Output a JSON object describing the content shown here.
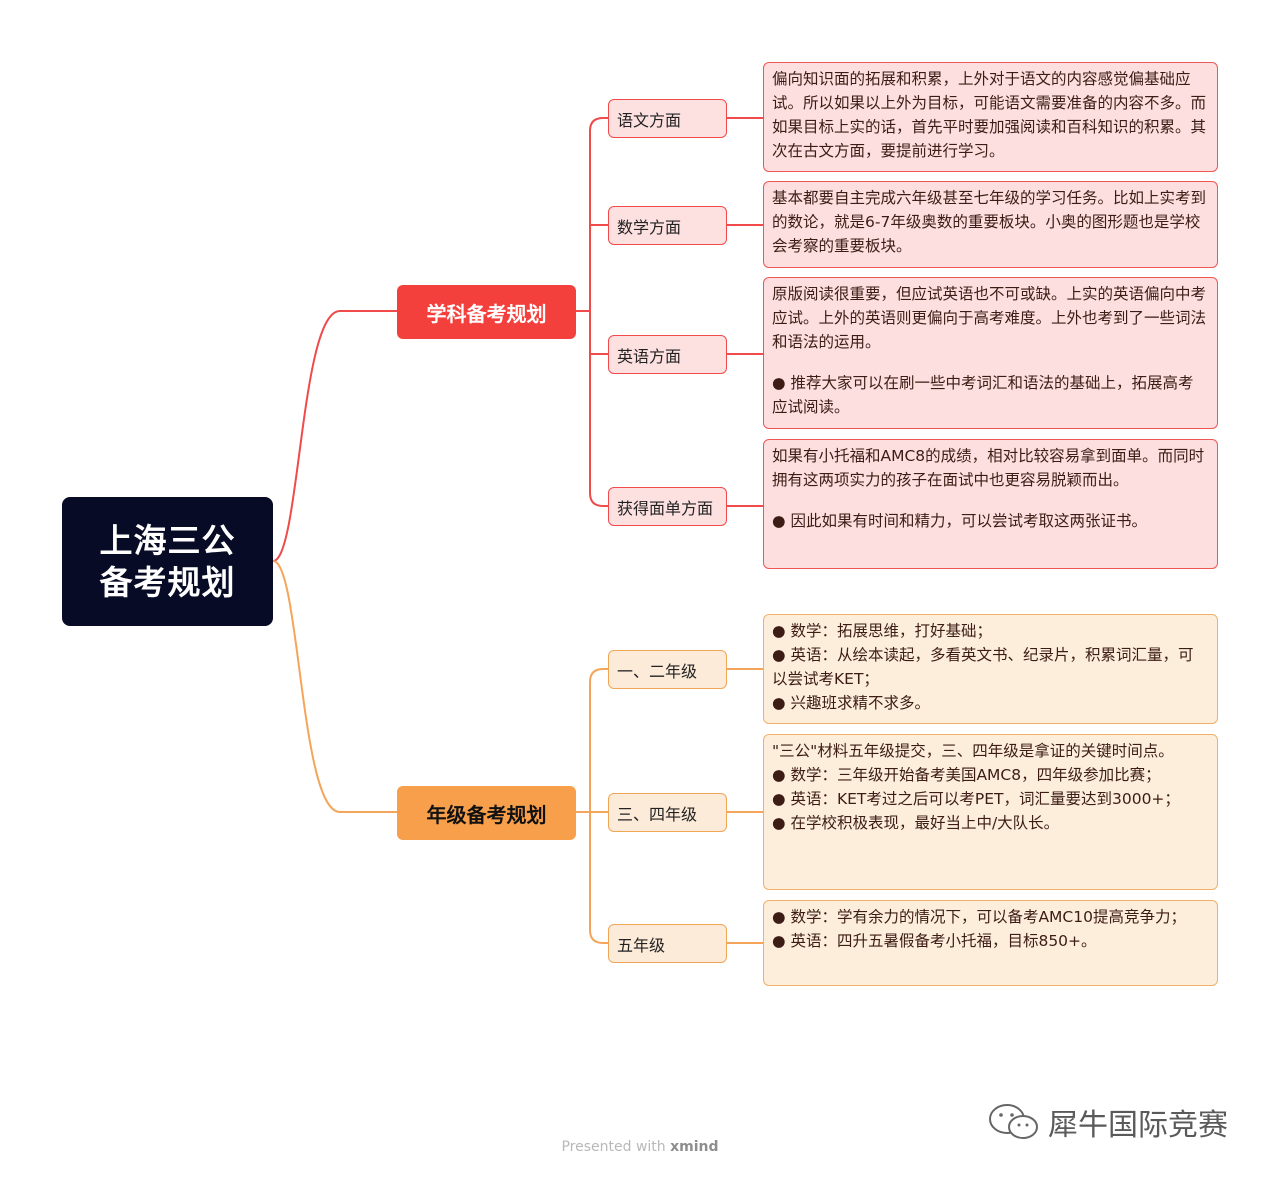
{
  "root": {
    "line1": "上海三公",
    "line2": "备考规划"
  },
  "branches": [
    {
      "label": "学科备考规划",
      "topics": [
        {
          "label": "语文方面",
          "note": [
            "偏向知识面的拓展和积累，上外对于语文的内容感觉偏基础应试。所以如果以上外为目标，可能语文需要准备的内容不多。而如果目标上实的话，首先平时要加强阅读和百科知识的积累。其次在古文方面，要提前进行学习。"
          ]
        },
        {
          "label": "数学方面",
          "note": [
            "基本都要自主完成六年级甚至七年级的学习任务。比如上实考到的数论，就是6-7年级奥数的重要板块。小奥的图形题也是学校会考察的重要板块。"
          ]
        },
        {
          "label": "英语方面",
          "note": [
            "原版阅读很重要，但应试英语也不可或缺。上实的英语偏向中考应试。上外的英语则更偏向于高考难度。上外也考到了一些词法和语法的运用。",
            "● 推荐大家可以在刷一些中考词汇和语法的基础上，拓展高考应试阅读。"
          ]
        },
        {
          "label": "获得面单方面",
          "note": [
            "如果有小托福和AMC8的成绩，相对比较容易拿到面单。而同时拥有这两项实力的孩子在面试中也更容易脱颖而出。",
            "● 因此如果有时间和精力，可以尝试考取这两张证书。"
          ]
        }
      ]
    },
    {
      "label": "年级备考规划",
      "topics": [
        {
          "label": "一、二年级",
          "note": [
            "● 数学：拓展思维，打好基础；",
            "● 英语：从绘本读起，多看英文书、纪录片，积累词汇量，可以尝试考KET；",
            "● 兴趣班求精不求多。"
          ]
        },
        {
          "label": "三、四年级",
          "note": [
            "\"三公\"材料五年级提交，三、四年级是拿证的关键时间点。",
            "● 数学：三年级开始备考美国AMC8，四年级参加比赛；",
            "● 英语：KET考过之后可以考PET，词汇量要达到3000+；",
            "● 在学校积极表现，最好当上中/大队长。"
          ]
        },
        {
          "label": "五年级",
          "note": [
            "● 数学：学有余力的情况下，可以备考AMC10提高竞争力；",
            "● 英语：四升五暑假备考小托福，目标850+。"
          ]
        }
      ]
    }
  ],
  "footer": {
    "prefix": "Presented with ",
    "brand": "xmind"
  },
  "watermark": "犀牛国际竞赛",
  "colors": {
    "red": "#f4403c",
    "orange": "#f79f4a",
    "root": "#070b25"
  }
}
